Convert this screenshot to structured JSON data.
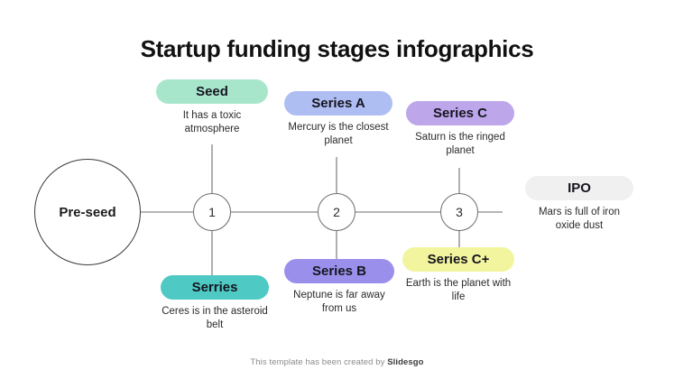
{
  "header": {
    "title": "Startup funding stages infographics"
  },
  "timeline": {
    "start": {
      "label": "Pre-seed"
    },
    "nodes": [
      {
        "number": "1"
      },
      {
        "number": "2"
      },
      {
        "number": "3"
      }
    ]
  },
  "stages": {
    "seed": {
      "label": "Seed",
      "description": "It has a toxic atmosphere",
      "color": "#A8E6CC"
    },
    "series_a": {
      "label": "Series A",
      "description": "Mercury is the closest planet",
      "color": "#AEBDF2"
    },
    "series_c": {
      "label": "Series C",
      "description": "Saturn is the ringed planet",
      "color": "#BDA6EA"
    },
    "ipo": {
      "label": "IPO",
      "description": "Mars is full of iron oxide dust",
      "color": "#F0F0F0"
    },
    "serries": {
      "label": "Serries",
      "description": "Ceres is in the asteroid belt",
      "color": "#4FC9C4"
    },
    "series_b": {
      "label": "Series B",
      "description": "Neptune is far away from us",
      "color": "#9A90EC"
    },
    "series_c_plus": {
      "label": "Series C+",
      "description": "Earth is the planet with life",
      "color": "#F2F59E"
    }
  },
  "footer": {
    "prefix": "This template has been created by ",
    "brand": "Slidesgo"
  }
}
